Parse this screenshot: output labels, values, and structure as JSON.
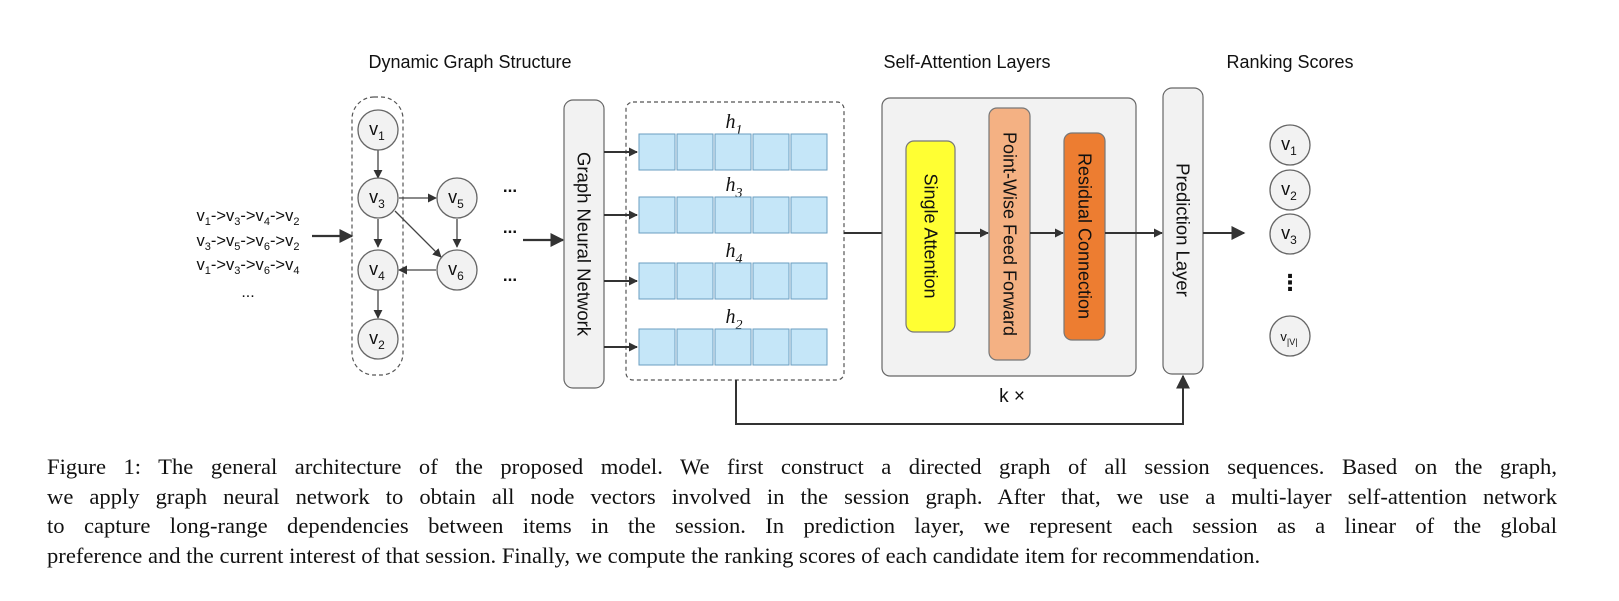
{
  "headers": {
    "graph": "Dynamic Graph Structure",
    "attention": "Self-Attention Layers",
    "ranking": "Ranking Scores"
  },
  "sequences": [
    [
      "v",
      "1",
      "->v",
      "3",
      "->v",
      "4",
      "->v",
      "2"
    ],
    [
      "v",
      "3",
      "->v",
      "5",
      "->v",
      "6",
      "->v",
      "2"
    ],
    [
      "v",
      "1",
      "->v",
      "3",
      "->v",
      "6",
      "->v",
      "4"
    ]
  ],
  "sequences_more": "...",
  "graph_nodes": [
    {
      "id": "v1",
      "base": "v",
      "sub": "1"
    },
    {
      "id": "v3",
      "base": "v",
      "sub": "3"
    },
    {
      "id": "v5",
      "base": "v",
      "sub": "5"
    },
    {
      "id": "v4",
      "base": "v",
      "sub": "4"
    },
    {
      "id": "v6",
      "base": "v",
      "sub": "6"
    },
    {
      "id": "v2",
      "base": "v",
      "sub": "2"
    }
  ],
  "graph_more": [
    "...",
    "...",
    "..."
  ],
  "gnn_label": "Graph Neural Network",
  "embeddings": [
    {
      "base": "h",
      "sub": "1"
    },
    {
      "base": "h",
      "sub": "3"
    },
    {
      "base": "h",
      "sub": "4"
    },
    {
      "base": "h",
      "sub": "2"
    }
  ],
  "attention_blocks": {
    "single": "Single Attention",
    "feed_forward": "Point-Wise Feed Forward",
    "residual": "Residual Connection"
  },
  "repeat_label": "k ×",
  "prediction_label": "Prediction Layer",
  "score_nodes": [
    {
      "base": "v",
      "sub": "1"
    },
    {
      "base": "v",
      "sub": "2"
    },
    {
      "base": "v",
      "sub": "3"
    },
    {
      "base": "v",
      "sub": "|V|"
    }
  ],
  "score_more": "⋮",
  "colors": {
    "node_fill": "#f2f2f2",
    "embedding_cell": "#c5e6f8",
    "embedding_stroke": "#6a9ec0",
    "single_attention": "#ffff33",
    "feed_forward": "#f4b183",
    "residual": "#ed7d31",
    "panel_fill": "#f2f2f2"
  },
  "caption": [
    "Figure 1: The general architecture of the proposed model. We first construct a directed graph of all session sequences. Based on the graph,",
    "we apply graph neural network to obtain all node vectors involved in the session graph. After that, we use a multi-layer self-attention network",
    "to capture long-range dependencies between items in the session.  In prediction layer, we represent each session as a linear of the global",
    "preference and the current interest of that session. Finally, we compute the ranking scores of each candidate item for recommendation."
  ]
}
